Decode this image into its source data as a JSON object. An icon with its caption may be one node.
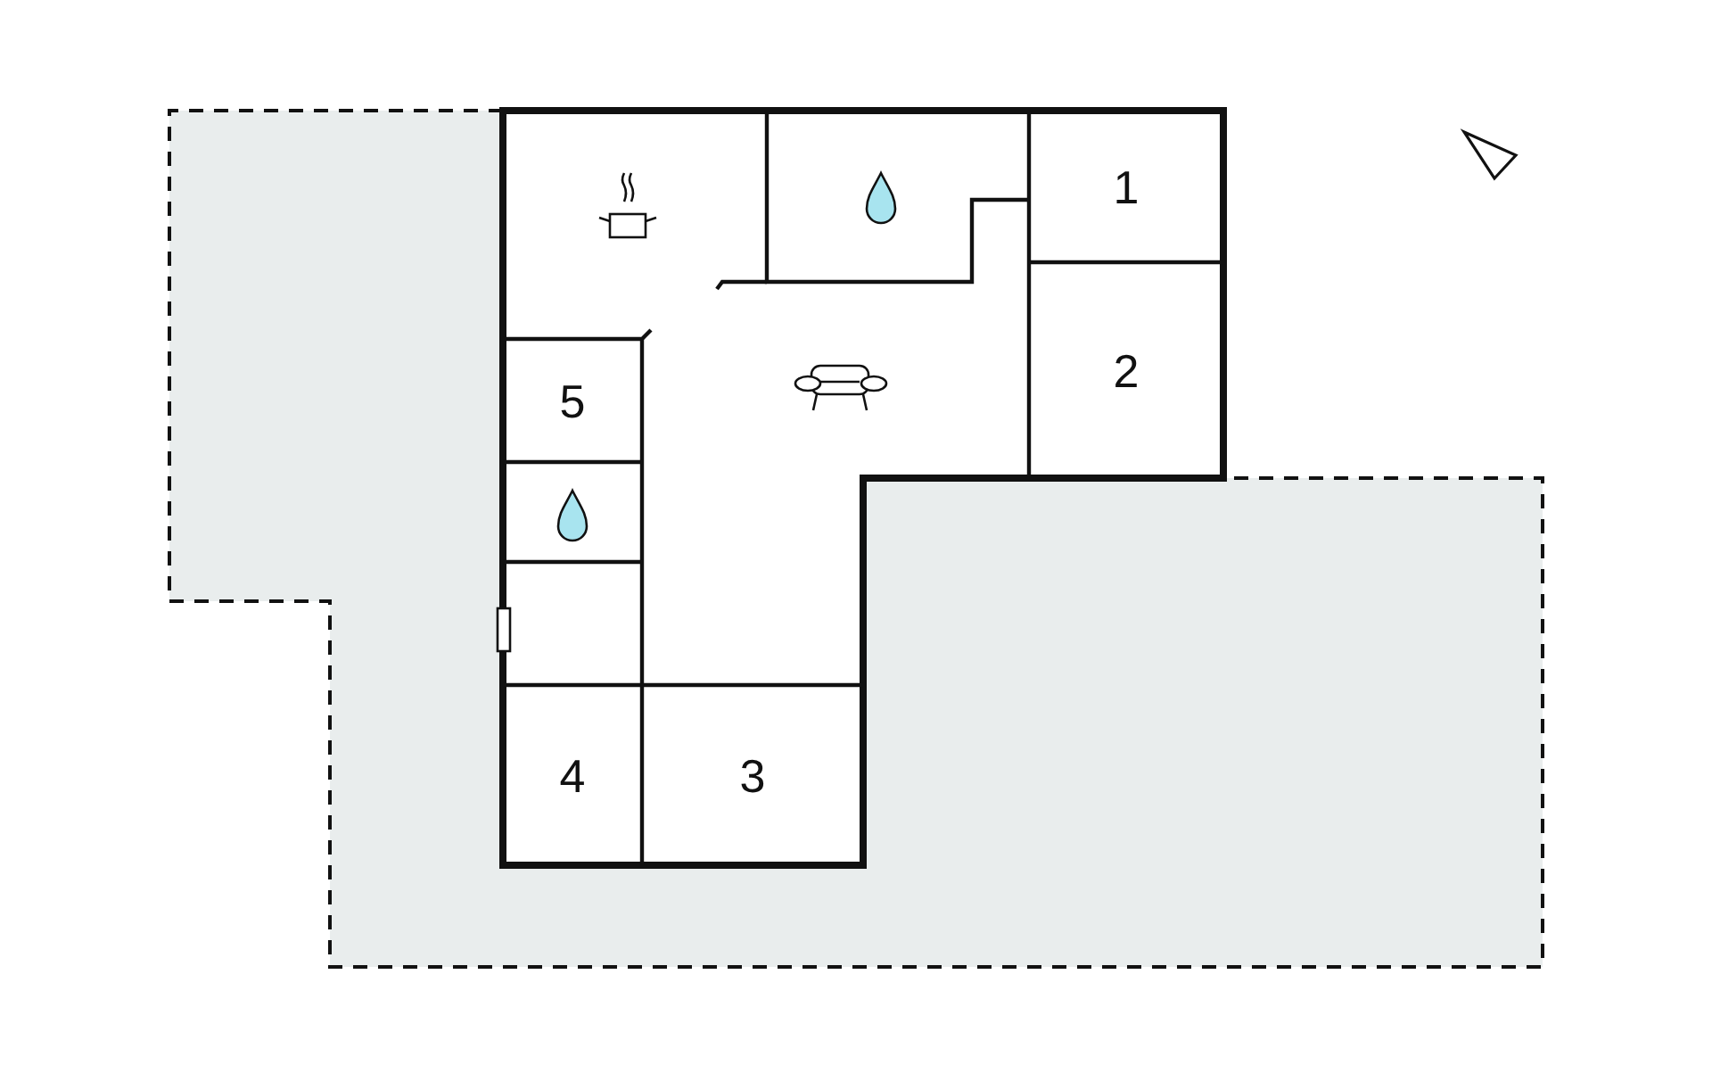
{
  "diagram": {
    "nodes": [
      {
        "text": [
          "1"
        ]
      },
      {
        "text": [
          "2"
        ]
      },
      {
        "text": [
          "5"
        ]
      },
      {
        "text": [
          "4"
        ]
      },
      {
        "text": [
          "3"
        ]
      }
    ]
  }
}
